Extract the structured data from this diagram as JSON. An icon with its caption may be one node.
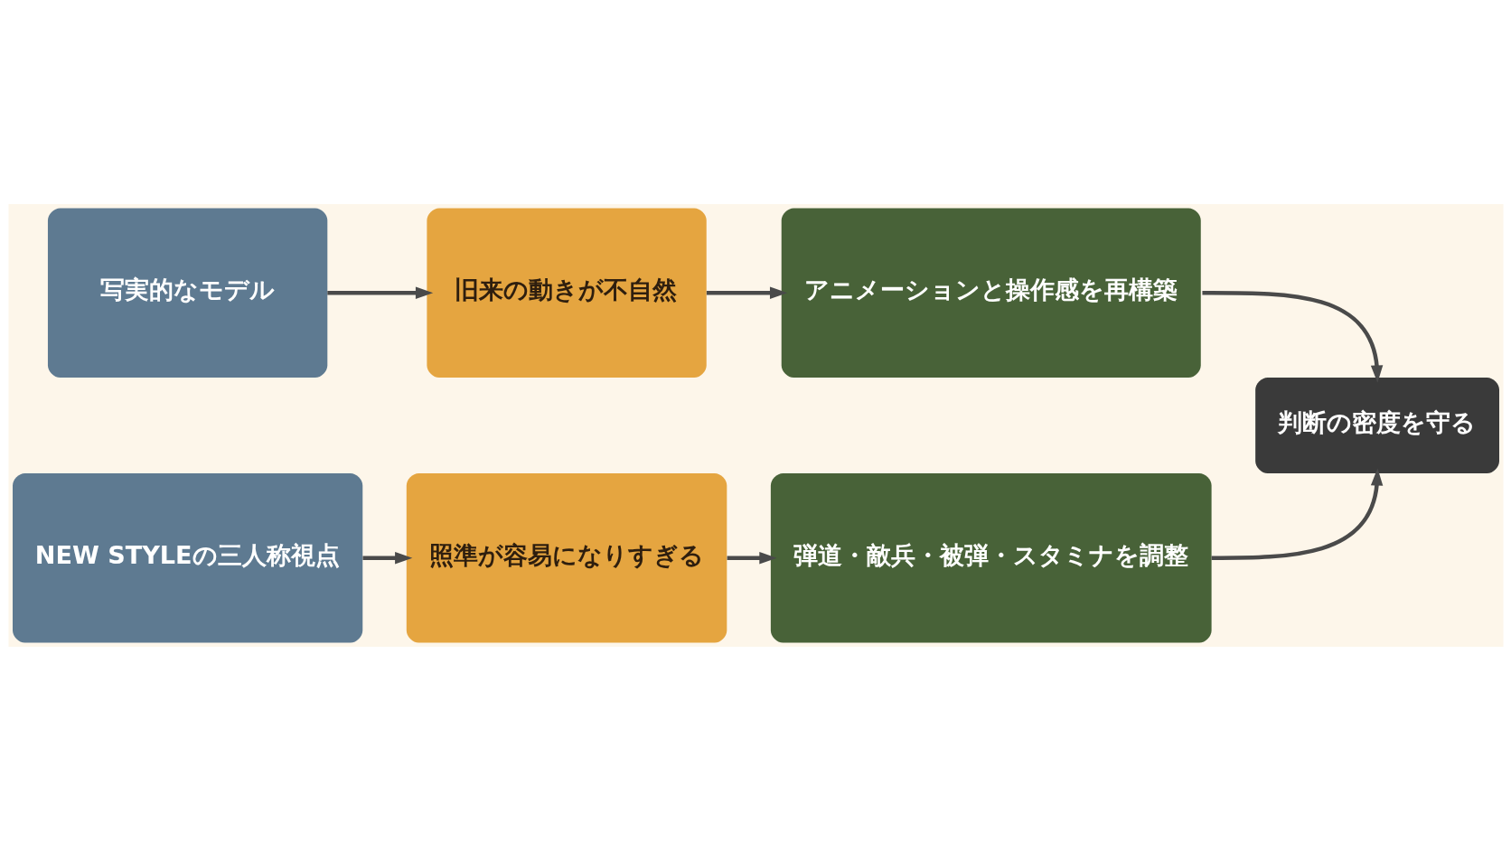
{
  "diagram": {
    "nodes": [
      {
        "text": [
          "写実的なモデル"
        ]
      },
      {
        "text": [
          "旧来の動きが不自然"
        ]
      },
      {
        "text": [
          "アニメーションと操作感を再構築"
        ]
      },
      {
        "text": [
          "NEW STYLEの三人称視点"
        ]
      },
      {
        "text": [
          "照準が容易になりすぎる"
        ]
      },
      {
        "text": [
          "弾道・敵兵・被弾・スタミナを調整"
        ]
      },
      {
        "text": [
          "判断の密度を守る"
        ]
      }
    ],
    "edges": [
      {
        "from": 0,
        "to": 1,
        "arrow": "to"
      },
      {
        "from": 1,
        "to": 2,
        "arrow": "to"
      },
      {
        "from": 2,
        "to": 6,
        "arrow": "to"
      },
      {
        "from": 3,
        "to": 4,
        "arrow": "to"
      },
      {
        "from": 4,
        "to": 5,
        "arrow": "to"
      },
      {
        "from": 5,
        "to": 6,
        "arrow": "to"
      }
    ]
  }
}
